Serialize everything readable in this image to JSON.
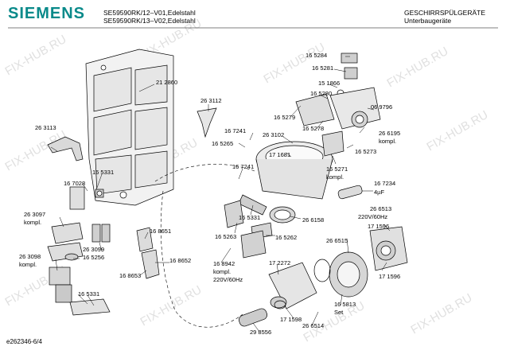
{
  "header": {
    "brand": "SIEMENS",
    "model_line_1": "SE59590RK/12–V01,Edelstahl",
    "model_line_2": "SE59590RK/13–V02,Edelstahl",
    "category_line_1": "GESCHIRRSPÜLGERÄTE",
    "category_line_2": "Unterbaugeräte"
  },
  "footer": {
    "doc_id": "e262346-6/4"
  },
  "watermark": "FIX-HUB.RU",
  "labels": [
    "21 2860",
    "26 3112",
    "26 3113",
    "16 5331",
    "16 7028",
    "26 3097",
    "kompl.",
    "26 3099",
    "16 5256",
    "26 3098",
    "kompl.",
    "16 5331",
    "16 8651",
    "16 8652",
    "16 8653",
    "16 5284",
    "16 5281",
    "15 1866",
    "16 5280",
    "06 9796",
    "16 5279",
    "16 5278",
    "26 6195",
    "kompl.",
    "16 5273",
    "16 5271",
    "kompl.",
    "16 7241",
    "16 5265",
    "26 3102",
    "17 1681",
    "16 7241",
    "16 5331",
    "26 6158",
    "16 5263",
    "16 5262",
    "16 7234",
    "4µF",
    "26 6513",
    "220V/60Hz",
    "17 1596",
    "26 6515",
    "17 1596",
    "16 8942",
    "kompl.",
    "220V/60Hz",
    "17 2272",
    "16 5813",
    "Set",
    "17 1598",
    "26 6514",
    "29 8556"
  ],
  "colors": {
    "brand": "#0a8a8a",
    "line": "#000000",
    "watermark": "#c8c8c8"
  }
}
